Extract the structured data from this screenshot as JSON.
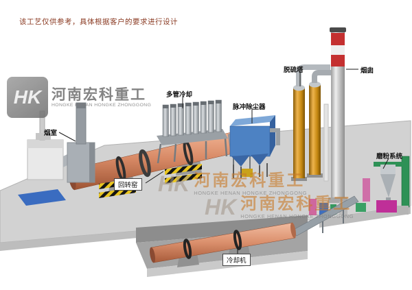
{
  "disclaimer": "该工艺仅供参考，具体根据客户的要求进行设计",
  "watermark": {
    "logo": "HK",
    "brand_cn": "河南宏科重工",
    "brand_en": "HONGKE HENAN HONGKE ZHONGGONG"
  },
  "labels": {
    "smoke_chamber": "烟室",
    "multi_tube_cooler": "多管冷却",
    "pulse_dust_collector": "脉冲除尘器",
    "desulfurization_tower": "脱硫塔",
    "chimney": "烟囱",
    "grinding_system": "磨粉系统",
    "rotary_kiln": "回转窑",
    "cooling_machine": "冷却机"
  },
  "colors": {
    "kiln_salmon": "#d8895f",
    "dust_collector_blue": "#4d82c3",
    "tower_orange": "#c68912",
    "chimney_band_red": "#c43030",
    "hazard_yellow": "#e9c51f",
    "magenta_unit": "#bf2f98",
    "pipe_green": "#2e9156",
    "pond_blue": "#3a6cc0",
    "platform_gray": "#d2d2d2",
    "watermark_orange": "#c87a28"
  }
}
